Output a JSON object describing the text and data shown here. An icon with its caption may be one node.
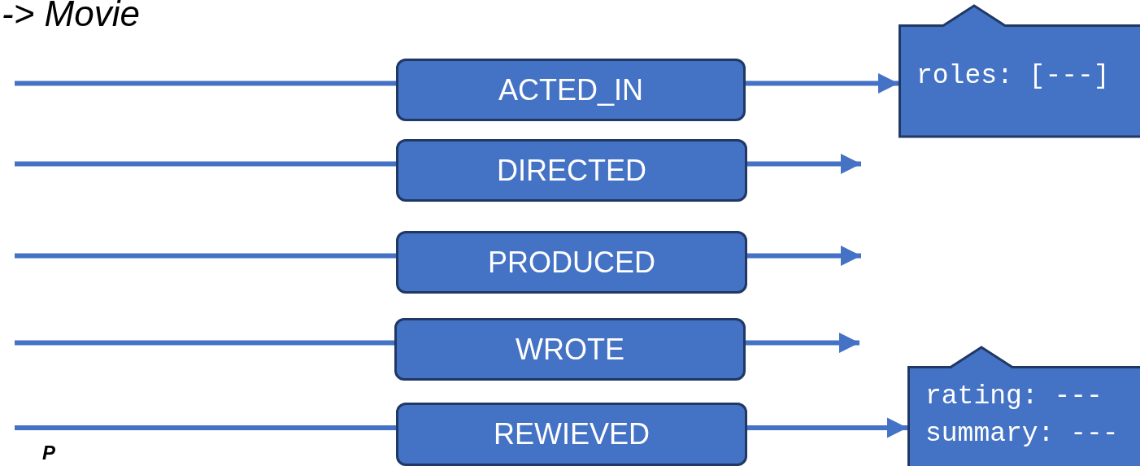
{
  "diagram": {
    "title": "-> Movie",
    "nodes": [
      {
        "text": [
          "ACTED_IN"
        ]
      },
      {
        "text": [
          "DIRECTED"
        ]
      },
      {
        "text": [
          "PRODUCED"
        ]
      },
      {
        "text": [
          "WROTE"
        ]
      },
      {
        "text": [
          "REWIEVED"
        ]
      },
      {
        "text": [
          "roles: [---]"
        ]
      },
      {
        "text": [
          "rating: --- summary: ---"
        ]
      }
    ],
    "edges": [
      {
        "from": null,
        "to": 0,
        "arrow": "none"
      },
      {
        "from": 0,
        "to": 5,
        "arrow": "to"
      },
      {
        "from": null,
        "to": 1,
        "arrow": "none"
      },
      {
        "from": 1,
        "to": null,
        "arrow": "to"
      },
      {
        "from": null,
        "to": 2,
        "arrow": "none"
      },
      {
        "from": 2,
        "to": null,
        "arrow": "to"
      },
      {
        "from": null,
        "to": 3,
        "arrow": "none"
      },
      {
        "from": 3,
        "to": null,
        "arrow": "to"
      },
      {
        "from": null,
        "to": 4,
        "arrow": "none"
      },
      {
        "from": 4,
        "to": 6,
        "arrow": "to"
      }
    ],
    "labels": [
      "P"
    ]
  }
}
